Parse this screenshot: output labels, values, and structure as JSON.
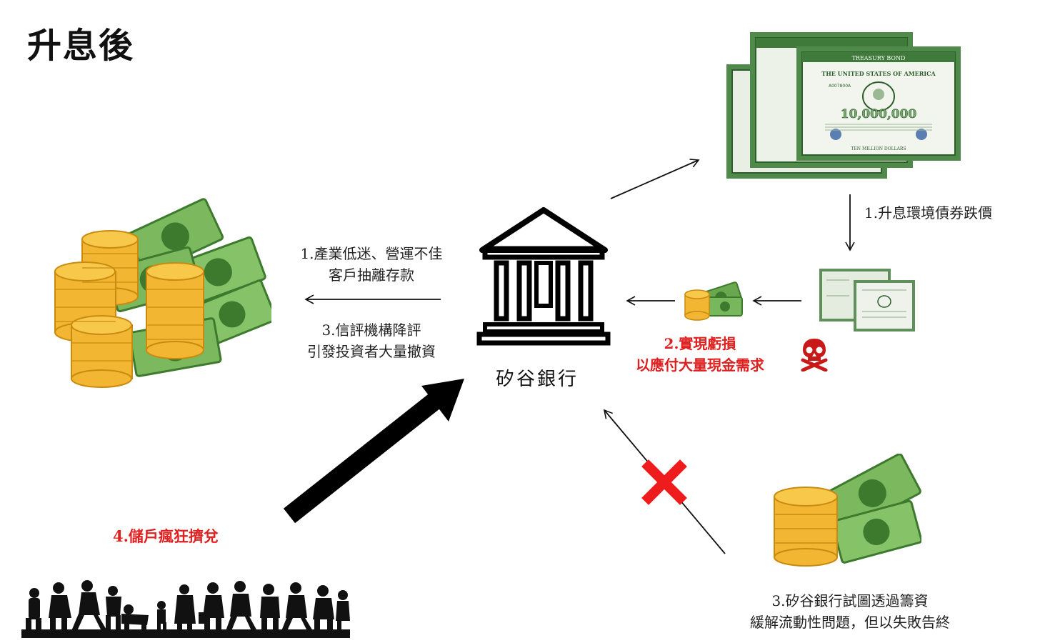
{
  "title": "升息後",
  "bank": {
    "label": "矽谷銀行"
  },
  "left_text": {
    "line1": "1.產業低迷、營運不佳",
    "line2": "客戶抽離存款",
    "line3": "3.信評機構降評",
    "line4": "引發投資者大量撤資"
  },
  "bond_text": {
    "line1": "1.升息環境債券跌價"
  },
  "loss_text": {
    "line1": "2.實現虧損",
    "line2": "以應付大量現金需求"
  },
  "fund_text": {
    "line1": "3.矽谷銀行試圖透過籌資",
    "line2": "緩解流動性問題，但以失敗告終"
  },
  "run_text": {
    "line1": "4.儲戶瘋狂擠兌"
  },
  "bond_certificate": {
    "header": "TREASURY BOND",
    "issuer": "THE UNITED STATES OF AMERICA",
    "amount": "10,000,000",
    "footer": "TEN MILLION DOLLARS",
    "serial": "A007800A"
  },
  "colors": {
    "bond_green": "#4f8a4a",
    "cash_green": "#6aa84f",
    "coin_gold": "#f2b632",
    "alert_red": "#e02020"
  }
}
